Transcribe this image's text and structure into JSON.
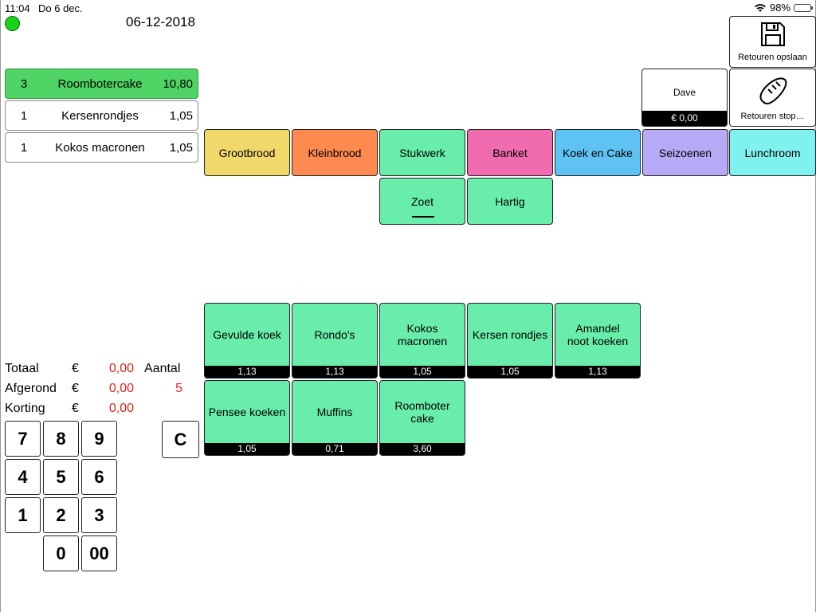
{
  "status": {
    "time": "11:04",
    "date": "Do 6 dec.",
    "battery": "98%",
    "battery_level": 0.98
  },
  "header": {
    "date": "06-12-2018"
  },
  "order_lines": [
    {
      "qty": "3",
      "name": "Roombotercake",
      "price": "10,80",
      "selected": true
    },
    {
      "qty": "1",
      "name": "Kersenrondjes",
      "price": "1,05",
      "selected": false
    },
    {
      "qty": "1",
      "name": "Kokos macronen",
      "price": "1,05",
      "selected": false
    }
  ],
  "actions": {
    "save_label": "Retouren opslaan",
    "stop_label": "Retouren stop…"
  },
  "user": {
    "name": "Dave",
    "balance": "€ 0,00"
  },
  "categories": [
    {
      "label": "Grootbrood",
      "color": "#f1d86a"
    },
    {
      "label": "Kleinbrood",
      "color": "#ff8a4f"
    },
    {
      "label": "Stukwerk",
      "color": "#68eeaa"
    },
    {
      "label": "Banket",
      "color": "#f06cae"
    },
    {
      "label": "Koek en Cake",
      "color": "#5ec3f3"
    },
    {
      "label": "Seizoenen",
      "color": "#b8a9f6"
    },
    {
      "label": "Lunchroom",
      "color": "#7ff2f0"
    }
  ],
  "subcategories": [
    {
      "label": "Zoet",
      "active": true
    },
    {
      "label": "Hartig",
      "active": false
    }
  ],
  "products": [
    {
      "name": "Gevulde koek",
      "price": "1,13"
    },
    {
      "name": "Rondo's",
      "price": "1,13"
    },
    {
      "name": "Kokos macronen",
      "price": "1,05"
    },
    {
      "name": "Kersen rondjes",
      "price": "1,05"
    },
    {
      "name": "Amandel noot koeken",
      "price": "1,13"
    },
    {
      "name": "Pensee koeken",
      "price": "1,05"
    },
    {
      "name": "Muffins",
      "price": "0,71"
    },
    {
      "name": "Roomboter cake",
      "price": "3,60"
    }
  ],
  "totals": {
    "totaal_label": "Totaal",
    "afgerond_label": "Afgerond",
    "korting_label": "Korting",
    "currency": "€",
    "totaal": "0,00",
    "afgerond": "0,00",
    "korting": "0,00",
    "aantal_label": "Aantal",
    "aantal": "5"
  },
  "keypad": {
    "k7": "7",
    "k8": "8",
    "k9": "9",
    "k4": "4",
    "k5": "5",
    "k6": "6",
    "k1": "1",
    "k2": "2",
    "k3": "3",
    "k0": "0",
    "k00": "00",
    "clear": "C"
  }
}
